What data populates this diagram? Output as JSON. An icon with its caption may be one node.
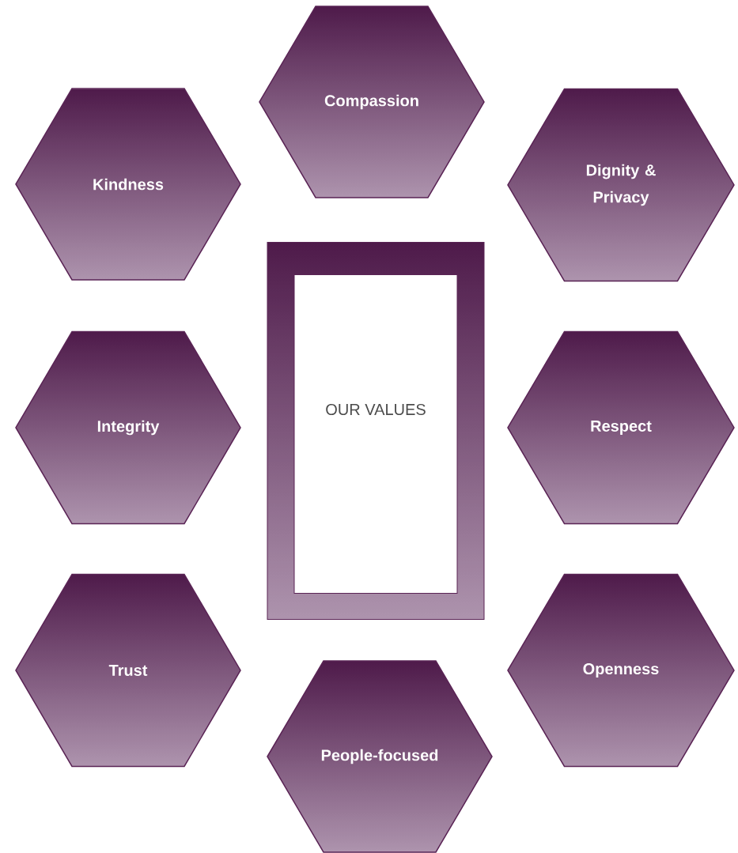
{
  "diagram": {
    "nodes": [
      {
        "text": [
          "Compassion"
        ]
      },
      {
        "text": [
          "Kindness"
        ]
      },
      {
        "text": [
          "Dignity & Privacy"
        ]
      },
      {
        "text": [
          "OUR VALUES"
        ]
      },
      {
        "text": [
          "Integrity"
        ]
      },
      {
        "text": [
          "Respect"
        ]
      },
      {
        "text": [
          "Trust"
        ]
      },
      {
        "text": [
          "Openness"
        ]
      },
      {
        "text": [
          "People-focused"
        ]
      }
    ]
  }
}
